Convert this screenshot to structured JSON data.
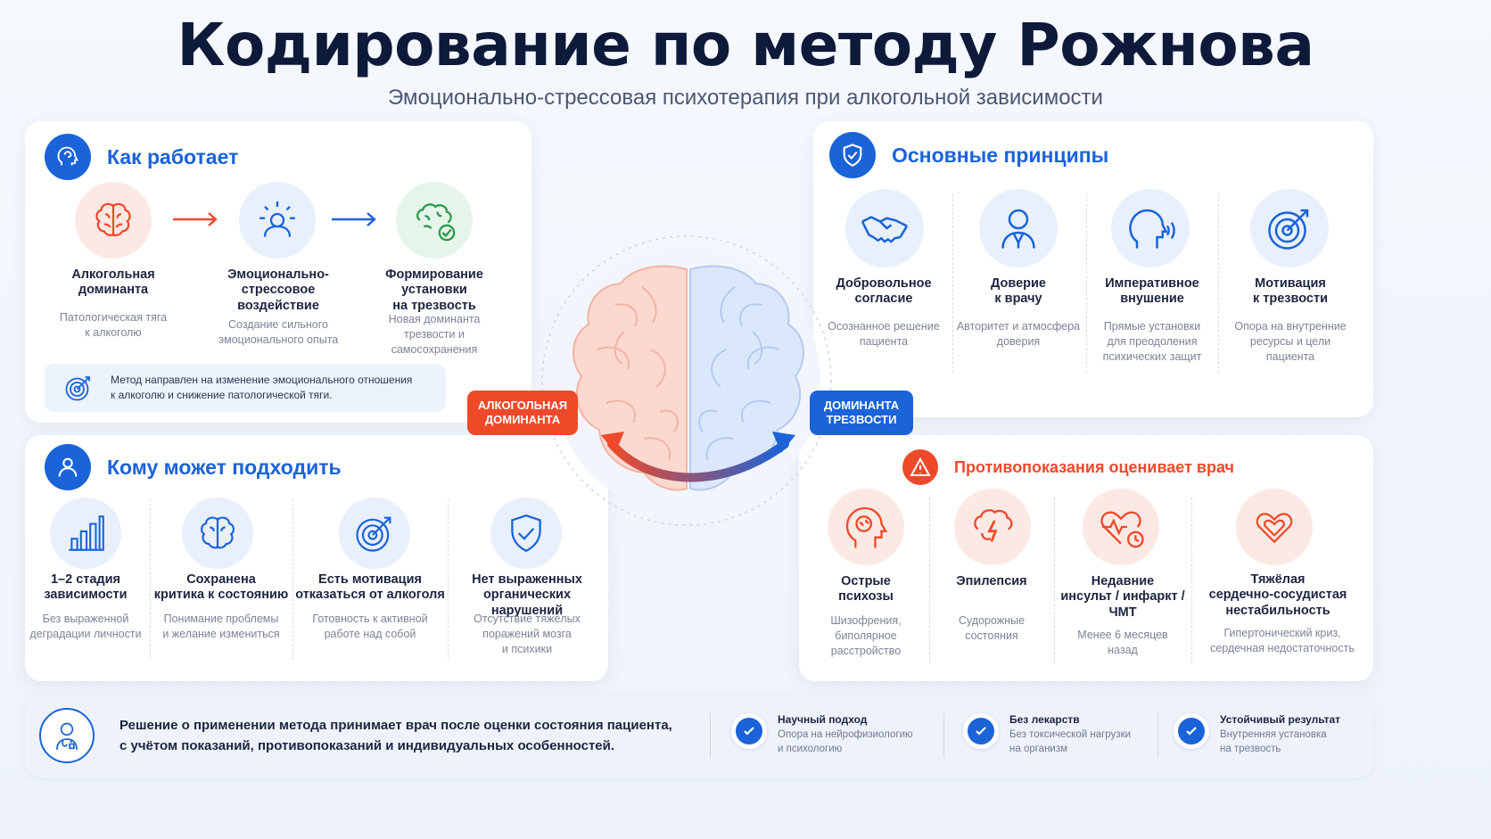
{
  "header": {
    "title": "Кодирование по методу Рожнова",
    "subtitle": "Эмоционально-стрессовая психотерапия при алкогольной зависимости"
  },
  "how_it_works": {
    "title": "Как работает",
    "steps": [
      {
        "label": "Алкогольная\nдоминанта",
        "desc": "Патологическая тяга\nк алкоголю",
        "icon": "brain-icon"
      },
      {
        "label": "Эмоционально-\nстрессовое\nвоздействие",
        "desc": "Создание сильного\nэмоционального опыта",
        "icon": "person-burst-icon"
      },
      {
        "label": "Формирование\nустановки\nна трезвость",
        "desc": "Новая доминанта\nтрезвости и\nсамосохранения",
        "icon": "brain-check-icon"
      }
    ],
    "note": "Метод направлен на изменение эмоционального отношения\nк алкоголю и снижение патологической тяги."
  },
  "principles": {
    "title": "Основные принципы",
    "items": [
      {
        "label": "Добровольное\nсогласие",
        "desc": "Осознанное решение\nпациента",
        "icon": "handshake-icon"
      },
      {
        "label": "Доверие\nк врачу",
        "desc": "Авторитет и атмосфера\nдоверия",
        "icon": "doctor-icon"
      },
      {
        "label": "Императивное\nвнушение",
        "desc": "Прямые установки\nдля преодоления\nпсихических защит",
        "icon": "speaking-head-icon"
      },
      {
        "label": "Мотивация\nк трезвости",
        "desc": "Опора на внутренние\nресурсы и цели\nпациента",
        "icon": "target-icon"
      }
    ]
  },
  "suitable": {
    "title": "Кому может подходить",
    "items": [
      {
        "label": "1–2 стадия\nзависимости",
        "desc": "Без выраженной\nдеградации личности",
        "icon": "bar-chart-icon"
      },
      {
        "label": "Сохранена\nкритика к состоянию",
        "desc": "Понимание проблемы\nи желание измениться",
        "icon": "brain-icon"
      },
      {
        "label": "Есть мотивация\nотказаться от алкоголя",
        "desc": "Готовность к активной\nработе над собой",
        "icon": "target-icon"
      },
      {
        "label": "Нет выраженных\nорганических нарушений",
        "desc": "Отсутствие тяжёлых\nпоражений мозга\nи психики",
        "icon": "shield-check-icon"
      }
    ]
  },
  "contraindications": {
    "title": "Противопоказания оценивает врач",
    "items": [
      {
        "label": "Острые\nпсихозы",
        "desc": "Шизофрения,\nбиполярное\nрасстройство",
        "icon": "head-brain-icon"
      },
      {
        "label": "Эпилепсия",
        "desc": "Судорожные\nсостояния",
        "icon": "brain-lightning-icon"
      },
      {
        "label": "Недавние\nинсульт / инфаркт /\nЧМТ",
        "desc": "Менее 6 месяцев\nназад",
        "icon": "heart-pulse-icon"
      },
      {
        "label": "Тяжёлая\nсердечно-сосудистая\nнестабильность",
        "desc": "Гипертонический криз,\nсердечная недостаточность",
        "icon": "heart-icon"
      }
    ]
  },
  "center": {
    "left_tag": "АЛКОГОЛЬНАЯ\nДОМИНАНТА",
    "right_tag": "ДОМИНАНТА\nТРЕЗВОСТИ"
  },
  "footer": {
    "text": "Решение о применении метода принимает врач после оценки состояния пациента,\nс учётом показаний, противопоказаний и индивидуальных особенностей.",
    "items": [
      {
        "title": "Научный подход",
        "desc": "Опора на нейрофизиологию\nи психологию"
      },
      {
        "title": "Без лекарств",
        "desc": "Без токсической нагрузки\nна организм"
      },
      {
        "title": "Устойчивый результат",
        "desc": "Внутренняя установка\nна трезвость"
      }
    ]
  },
  "colors": {
    "blue": "#1a63d8",
    "red": "#ee4a2a",
    "navy": "#0e1a3a"
  }
}
